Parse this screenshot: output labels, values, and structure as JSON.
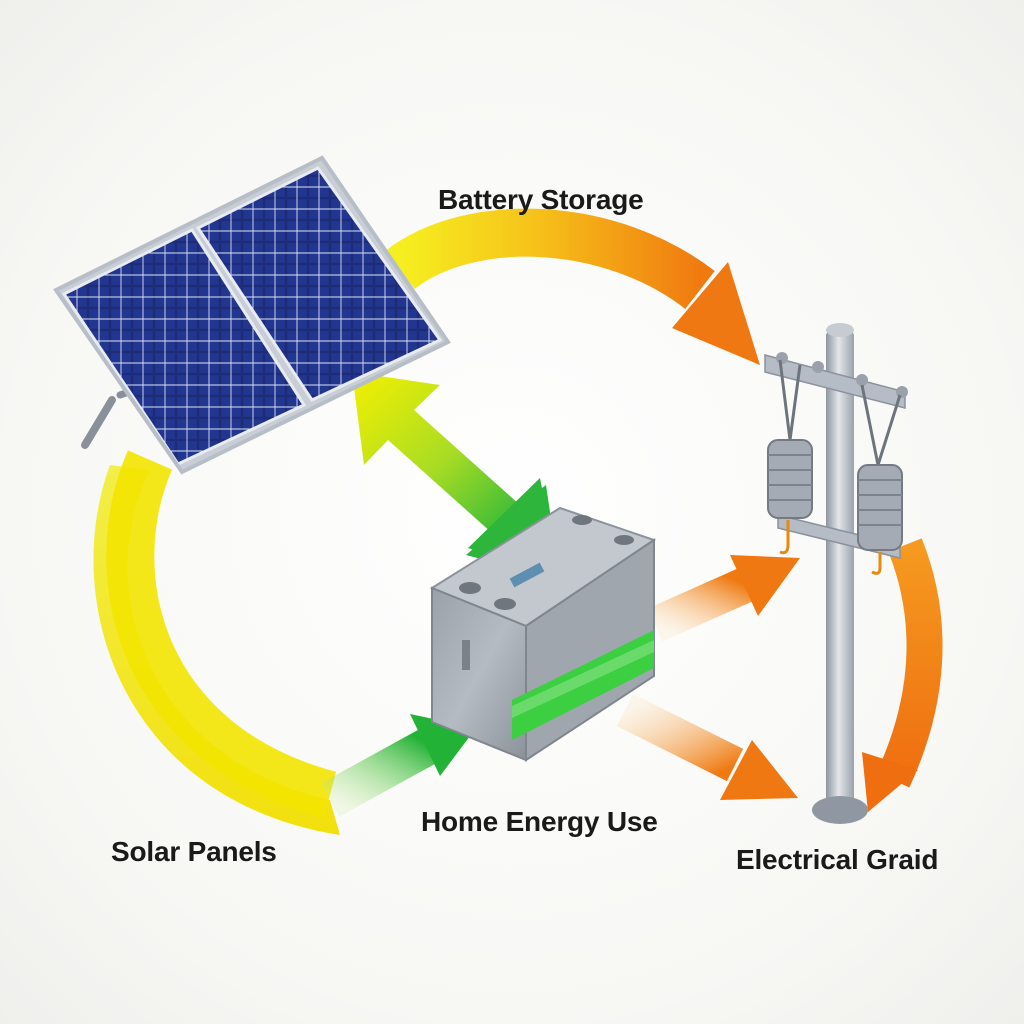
{
  "labels": {
    "battery_storage": "Battery Storage",
    "home_energy_use": "Home Energy Use",
    "solar_panels": "Solar Panels",
    "electrical_grid": "Electrical Graid"
  },
  "colors": {
    "flow_yellow": "#f4e600",
    "flow_orange": "#f08010",
    "flow_green": "#2cb83a",
    "panel_blue": "#1e2f7a",
    "battery_gray": "#8d949c",
    "battery_charge": "#3ccf42"
  }
}
